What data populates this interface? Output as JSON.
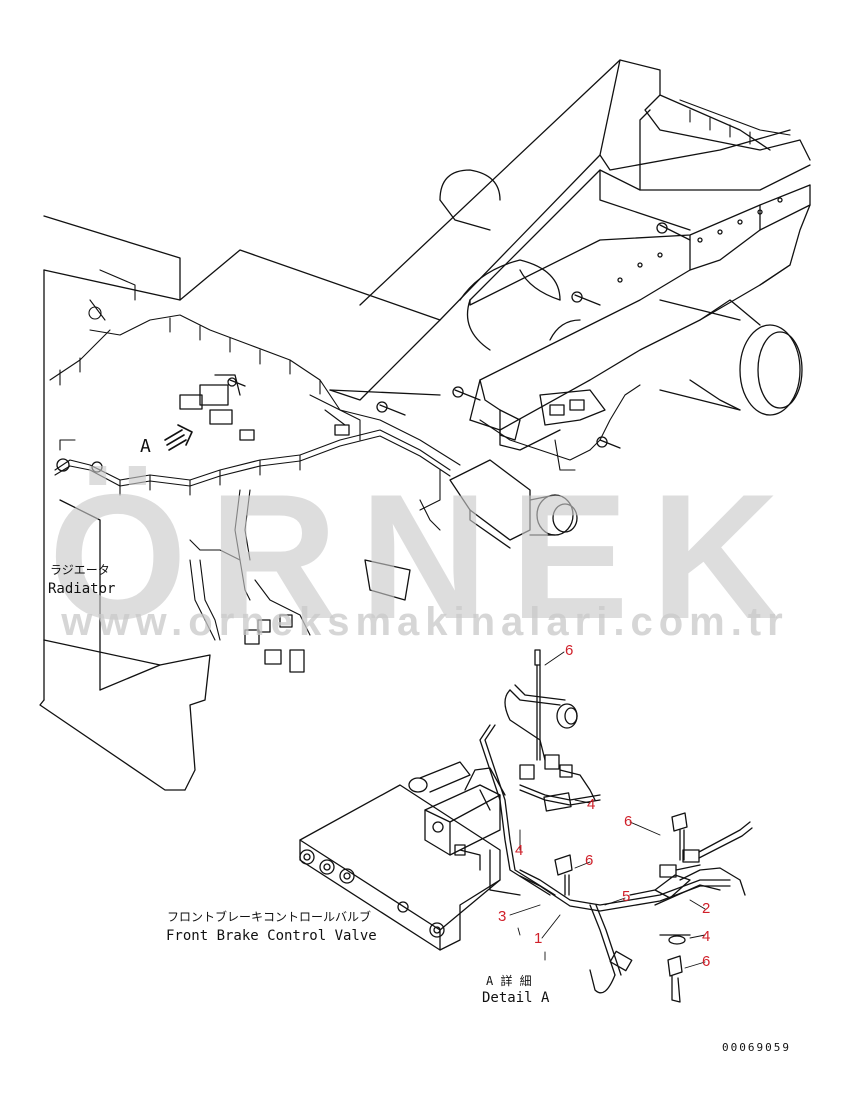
{
  "watermark": {
    "brand": "ÖRNEK",
    "url": "www.orneksmakinalari.com.tr"
  },
  "labels": {
    "view_marker": "A",
    "radiator_jp": "ラジエータ",
    "radiator_en": "Radiator",
    "valve_jp": "フロントブレーキコントロールバルブ",
    "valve_en": "Front Brake Control Valve",
    "detail_jp": "A 詳 細",
    "detail_en": "Detail A"
  },
  "callouts": [
    "6",
    "4",
    "4",
    "6",
    "6",
    "5",
    "2",
    "4",
    "6",
    "3",
    "1"
  ],
  "drawing_number": "00069059",
  "colors": {
    "line": "#111111",
    "callout": "#d0202a",
    "watermark": "#c9c9c9"
  }
}
